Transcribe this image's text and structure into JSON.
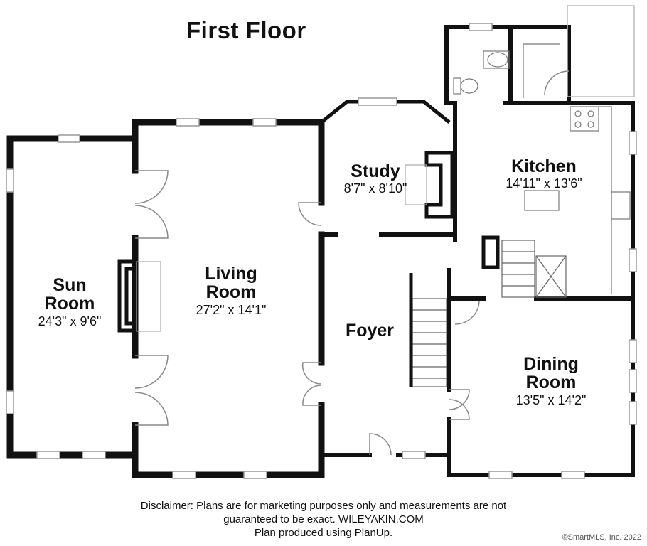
{
  "title": "First Floor",
  "rooms": {
    "sun_room": {
      "name_line1": "Sun",
      "name_line2": "Room",
      "dims": "24'3\" x 9'6\""
    },
    "living_room": {
      "name_line1": "Living",
      "name_line2": "Room",
      "dims": "27'2\" x 14'1\""
    },
    "study": {
      "name": "Study",
      "dims": "8'7\" x 8'10\""
    },
    "kitchen": {
      "name": "Kitchen",
      "dims": "14'11\" x 13'6\""
    },
    "foyer": {
      "name": "Foyer"
    },
    "dining_room": {
      "name_line1": "Dining",
      "name_line2": "Room",
      "dims": "13'5\" x 14'2\""
    }
  },
  "disclaimer": {
    "line1": "Disclaimer: Plans are for marketing purposes only and measurements are not",
    "line2": "guaranteed to be exact. WILEYAKIN.COM",
    "line3": "Plan produced using PlanUp."
  },
  "copyright": "©SmartMLS, Inc.  2022",
  "colors": {
    "wall": "#111111",
    "fixture": "#777777",
    "background": "#ffffff"
  }
}
